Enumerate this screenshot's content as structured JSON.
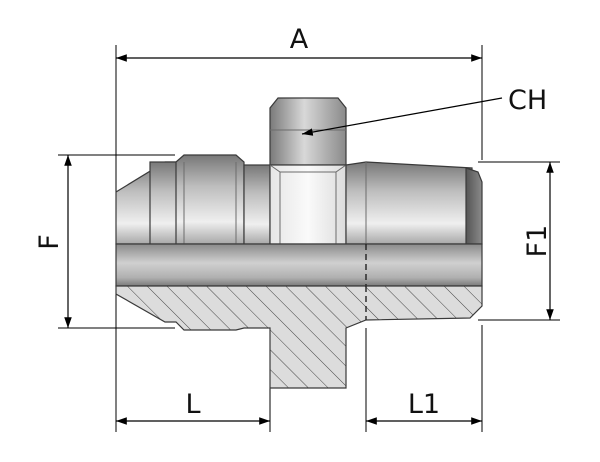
{
  "labels": {
    "a": "A",
    "ch": "CH",
    "f": "F",
    "f1": "F1",
    "l": "L",
    "l1": "L1"
  },
  "colors": {
    "metal_dark": "#6f6f6f",
    "metal_light": "#f2f2f2",
    "section_fill": "#dcdcdc",
    "hatch": "#444444",
    "line": "#000000"
  }
}
